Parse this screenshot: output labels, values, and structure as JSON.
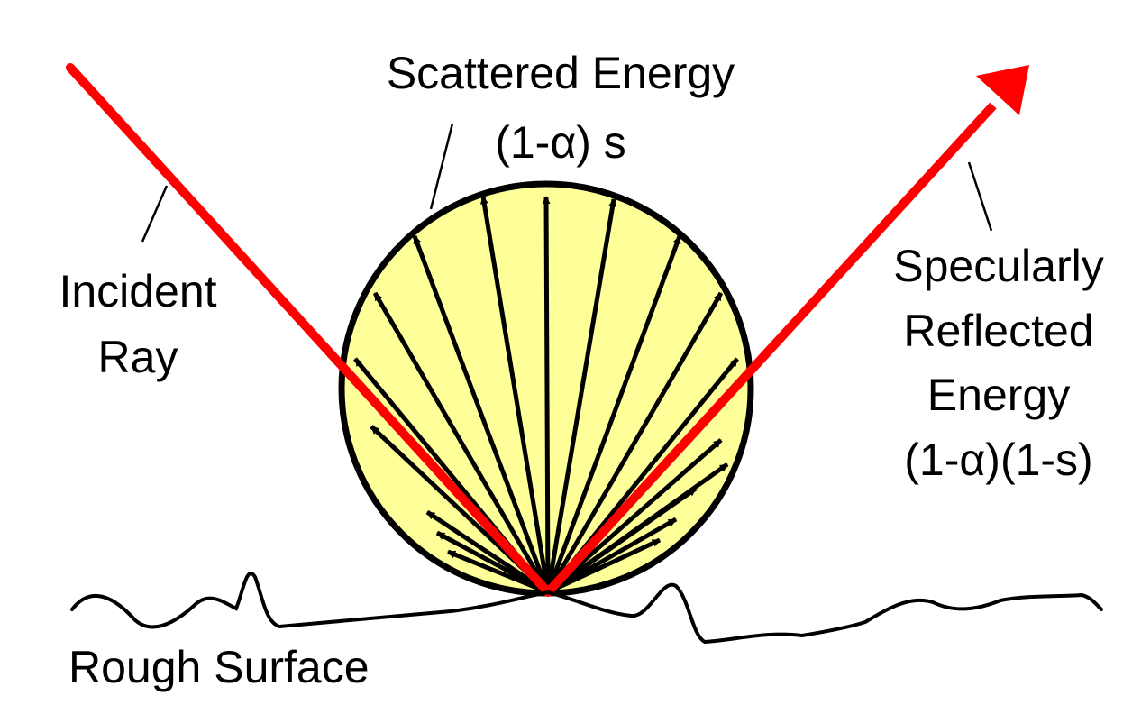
{
  "labels": {
    "scattered_line1": "Scattered Energy",
    "scattered_line2": "(1-α) s",
    "incident_line1": "Incident",
    "incident_line2": "Ray",
    "specular_line1": "Specularly",
    "specular_line2": "Reflected",
    "specular_line3": "Energy",
    "specular_line4": "(1-α)(1-s)",
    "surface": "Rough Surface"
  },
  "colors": {
    "ray": "#ff0000",
    "lobe_fill": "#ffff99",
    "outline": "#000000",
    "background": "#ffffff"
  }
}
